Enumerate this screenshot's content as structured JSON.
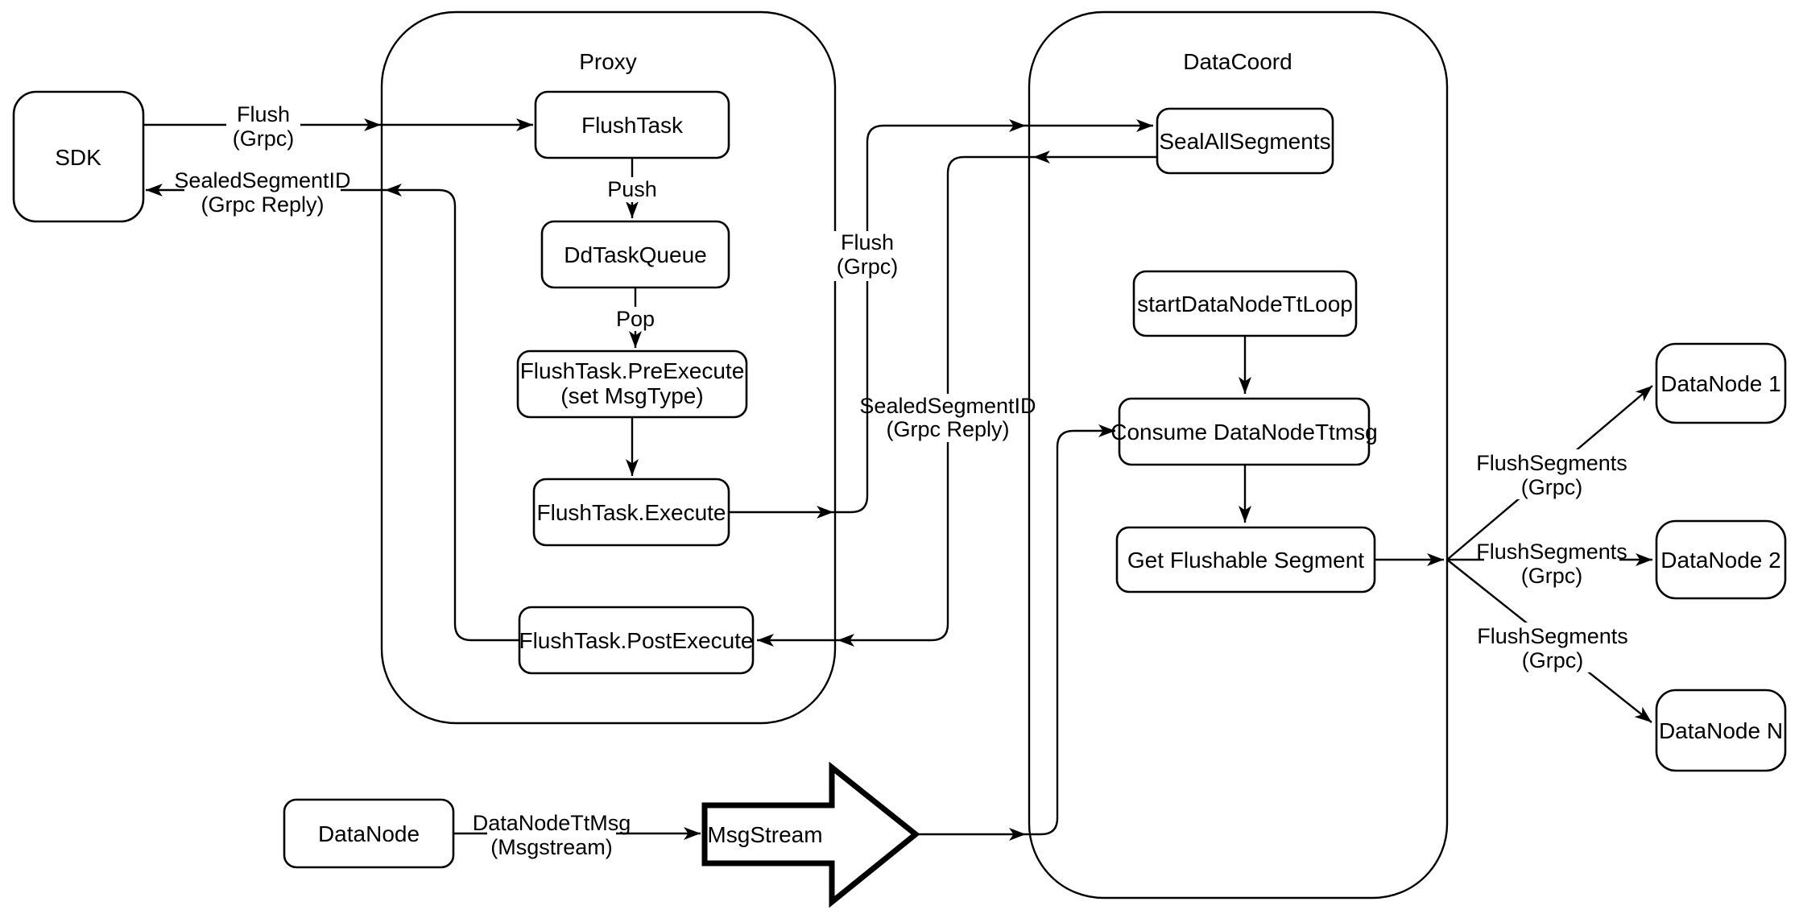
{
  "containers": {
    "proxy": {
      "title": "Proxy"
    },
    "datacoord": {
      "title": "DataCoord"
    }
  },
  "nodes": {
    "sdk": {
      "label": "SDK"
    },
    "flush_task": {
      "label": "FlushTask"
    },
    "dd_task_queue": {
      "label": "DdTaskQueue"
    },
    "flush_task_pre_execute": {
      "line1": "FlushTask.PreExecute",
      "line2": "(set MsgType)"
    },
    "flush_task_execute": {
      "label": "FlushTask.Execute"
    },
    "flush_task_post_execute": {
      "label": "FlushTask.PostExecute"
    },
    "seal_all_segments": {
      "label": "SealAllSegments"
    },
    "start_data_node_tt_loop": {
      "label": "startDataNodeTtLoop"
    },
    "consume_data_node_ttmsg": {
      "label": "Consume DataNodeTtmsg"
    },
    "get_flushable_segment": {
      "label": "Get Flushable Segment"
    },
    "data_node_1": {
      "label": "DataNode 1"
    },
    "data_node_2": {
      "label": "DataNode 2"
    },
    "data_node_n": {
      "label": "DataNode N"
    },
    "data_node_bottom": {
      "label": "DataNode"
    },
    "msg_stream": {
      "label": "MsgStream"
    }
  },
  "edges": {
    "sdk_flush": {
      "line1": "Flush",
      "line2": "(Grpc)"
    },
    "sdk_reply": {
      "line1": "SealedSegmentID",
      "line2": "(Grpc Reply)"
    },
    "push": {
      "label": "Push"
    },
    "pop": {
      "label": "Pop"
    },
    "proxy_flush": {
      "line1": "Flush",
      "line2": "(Grpc)"
    },
    "proxy_reply": {
      "line1": "SealedSegmentID",
      "line2": "(Grpc Reply)"
    },
    "flush_segments_1": {
      "line1": "FlushSegments",
      "line2": "(Grpc)"
    },
    "flush_segments_2": {
      "line1": "FlushSegments",
      "line2": "(Grpc)"
    },
    "flush_segments_3": {
      "line1": "FlushSegments",
      "line2": "(Grpc)"
    },
    "data_node_tt_msg": {
      "line1": "DataNodeTtMsg",
      "line2": "(Msgstream)"
    }
  },
  "colors": {
    "line": "#000000",
    "node_fill": "#ffffff",
    "background": "#ffffff"
  }
}
